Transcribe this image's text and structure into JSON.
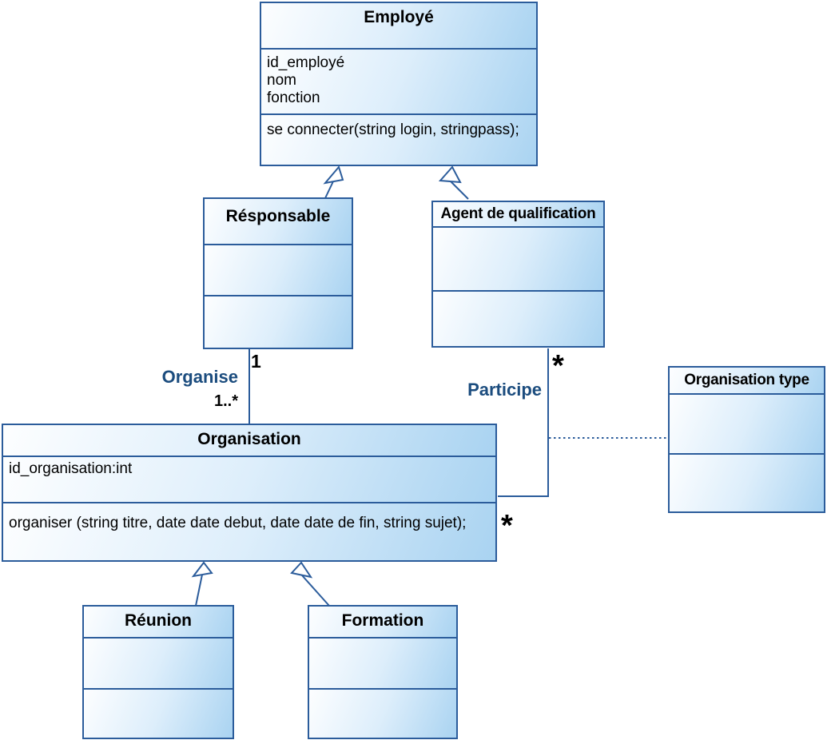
{
  "diagram": {
    "title": "UML class diagram",
    "colors": {
      "border": "#2b5c9b",
      "fill_light": "#fdfeff",
      "fill_dark": "#a9d3f1",
      "association_label": "#1b4c7e",
      "text": "#000000"
    },
    "classes": [
      {
        "id": "employe",
        "name": "Employé",
        "attributes": [
          "id_employé",
          "nom",
          "fonction"
        ],
        "methods": [
          "se connecter(string login, stringpass);"
        ]
      },
      {
        "id": "responsable",
        "name": "Résponsable",
        "attributes": [],
        "methods": []
      },
      {
        "id": "agent",
        "name": "Agent de qualification",
        "attributes": [],
        "methods": []
      },
      {
        "id": "organisation",
        "name": "Organisation",
        "attributes": [
          "id_organisation:int"
        ],
        "methods": [
          "organiser (string titre, date date debut, date date de fin, string sujet);"
        ]
      },
      {
        "id": "orgtype",
        "name": "Organisation type",
        "attributes": [],
        "methods": []
      },
      {
        "id": "reunion",
        "name": "Réunion",
        "attributes": [],
        "methods": []
      },
      {
        "id": "formation",
        "name": "Formation",
        "attributes": [],
        "methods": []
      }
    ],
    "associations": [
      {
        "label": "Organise",
        "from": "Résponsable",
        "to": "Organisation",
        "from_multiplicity": "1",
        "to_multiplicity": "1..*"
      },
      {
        "label": "Participe",
        "from": "Agent de qualification",
        "to": "Organisation",
        "from_multiplicity": "*",
        "to_multiplicity": "*",
        "dashed_link_to": "Organisation type"
      }
    ],
    "generalizations": [
      {
        "child": "Résponsable",
        "parent": "Employé"
      },
      {
        "child": "Agent de qualification",
        "parent": "Employé"
      },
      {
        "child": "Réunion",
        "parent": "Organisation"
      },
      {
        "child": "Formation",
        "parent": "Organisation"
      }
    ]
  }
}
